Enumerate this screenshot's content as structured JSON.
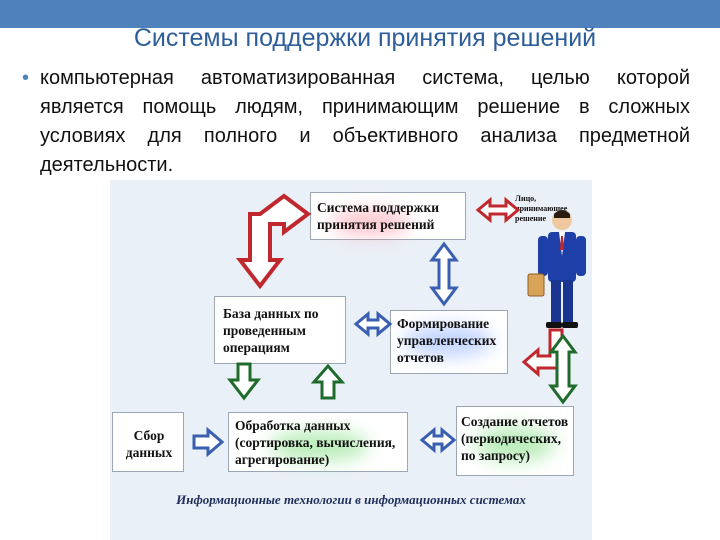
{
  "slide": {
    "title": "Системы поддержки принятия решений",
    "bullet": "компьютерная автоматизированная система, целью которой является помощь людям, принимающим решение в сложных условиях для полного и объективного анализа предметной деятельности."
  },
  "diagram": {
    "nodes": {
      "dss": "Система поддержки принятия решений",
      "database": "База данных по проведенным операциям",
      "reports_forming": "Формирование управленческих отчетов",
      "collection": "Сбор данных",
      "processing": "Обработка данных (сортировка, вычисления, агрегирование)",
      "reports_creating": "Создание отчетов (периодических, по запросу)"
    },
    "person_label": "Лицо, принимающее решение",
    "caption": "Информационные технологии в информационных системах"
  },
  "colors": {
    "accent": "#4f81bd",
    "arrow_red": "#c0282e",
    "arrow_blue": "#3a5fb0",
    "arrow_green": "#1f6b2c",
    "suit": "#1f3fa8"
  }
}
